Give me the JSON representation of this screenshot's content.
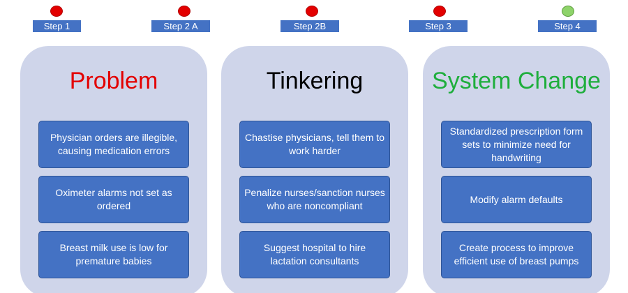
{
  "colors": {
    "step_badge": "#4472c4",
    "dot_red": "#e30000",
    "dot_green": "#8ed36a",
    "column_background": "#cfd5ea",
    "card_background": "#4472c4",
    "problem_title": "#e30000",
    "tinkering_title": "#000000",
    "system_change_title": "#1eae3c"
  },
  "steps": [
    {
      "label": "Step 1",
      "status": "red"
    },
    {
      "label": "Step 2 A",
      "status": "red"
    },
    {
      "label": "Step 2B",
      "status": "red"
    },
    {
      "label": "Step 3",
      "status": "red"
    },
    {
      "label": "Step 4",
      "status": "green"
    }
  ],
  "columns": [
    {
      "title": "Problem",
      "cards": [
        "Physician orders are illegible, causing medication errors",
        "Oximeter alarms not set as ordered",
        "Breast milk use is low for premature babies"
      ]
    },
    {
      "title": "Tinkering",
      "cards": [
        "Chastise physicians, tell them to work harder",
        "Penalize nurses/sanction nurses who are noncompliant",
        "Suggest hospital to hire lactation consultants"
      ]
    },
    {
      "title": "System Change",
      "cards": [
        "Standardized prescription form sets to minimize need for handwriting",
        "Modify alarm defaults",
        "Create process to improve efficient use of  breast pumps"
      ]
    }
  ]
}
